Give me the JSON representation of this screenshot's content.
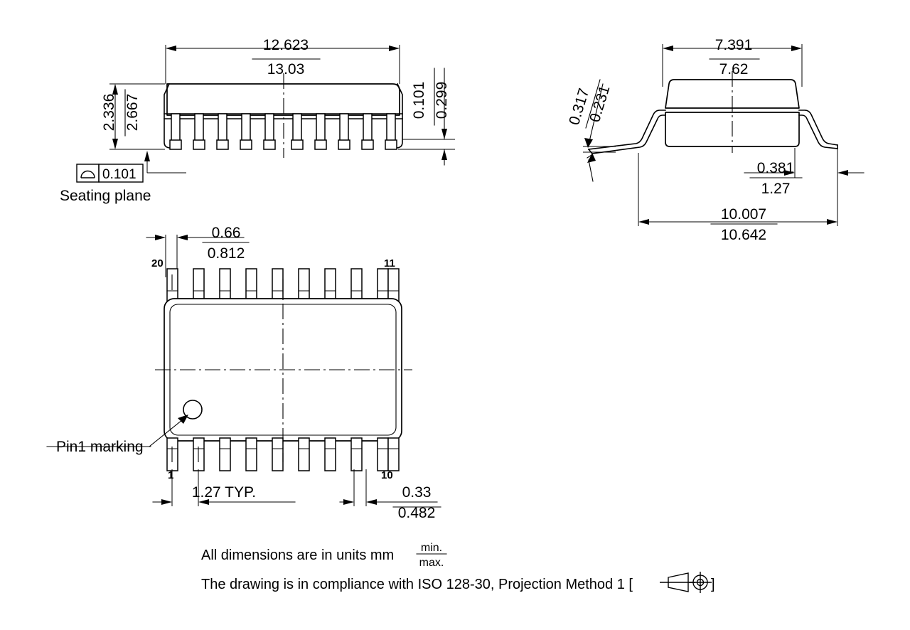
{
  "drawing": {
    "title": "SOIC-20 package outline drawing",
    "units_note": "All dimensions are in units mm",
    "min_label": "min.",
    "max_label": "max.",
    "iso_note": "The drawing is in compliance with ISO 128-30, Projection Method 1 [",
    "iso_note_end": "]",
    "line_color": "#000000",
    "background_color": "#ffffff"
  },
  "front_view": {
    "width_min": "12.623",
    "width_max": "13.03",
    "height_min": "2.336",
    "height_max": "2.667",
    "standoff_min": "0.101",
    "standoff_max": "0.299",
    "seating_plane_label": "Seating plane",
    "flatness_value": "0.101",
    "pin_count_visible": 10
  },
  "side_view": {
    "body_width_min": "7.391",
    "body_width_max": "7.62",
    "lead_thickness_min": "0.231",
    "lead_thickness_max": "0.317",
    "foot_length_min": "0.381",
    "foot_length_max": "1.27",
    "span_min": "10.007",
    "span_max": "10.642"
  },
  "top_view": {
    "lead_length_min": "0.66",
    "lead_length_max": "0.812",
    "pitch": "1.27 TYP.",
    "lead_width_min": "0.33",
    "lead_width_max": "0.482",
    "pin_marking_label": "Pin1 marking",
    "pin_numbers": {
      "top_left": "20",
      "top_right": "11",
      "bottom_left": "1",
      "bottom_right": "10"
    },
    "pins_per_side": 10
  }
}
